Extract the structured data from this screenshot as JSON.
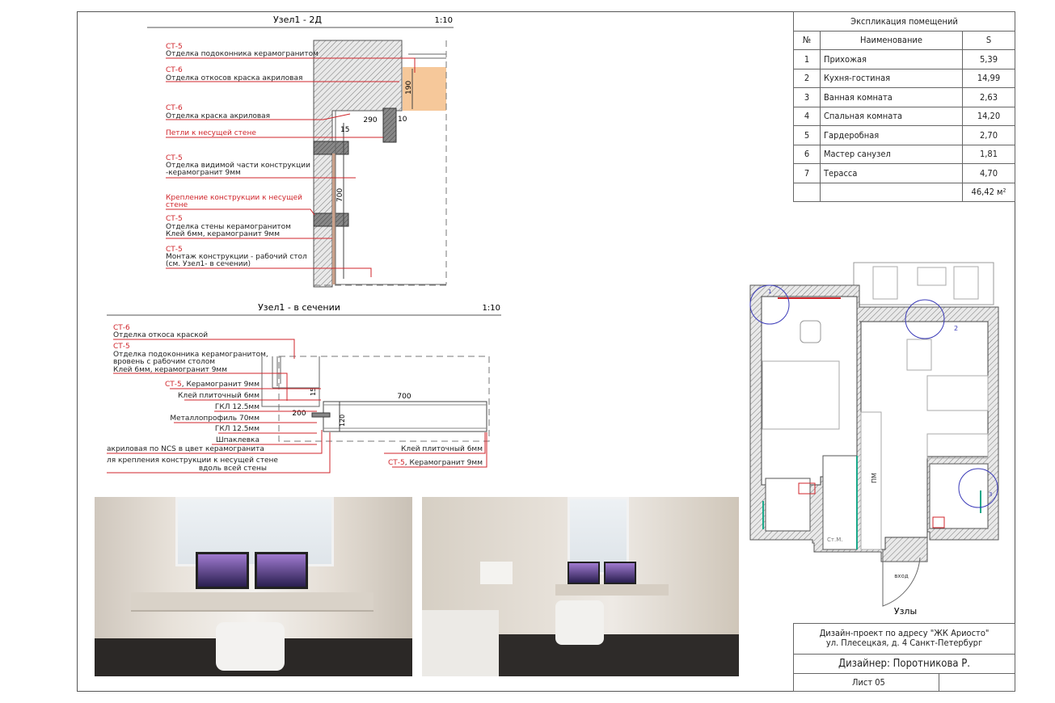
{
  "node_2d": {
    "title": "Узел1 - 2Д",
    "scale": "1:10",
    "callouts": [
      {
        "code": "СТ-5",
        "lines": [
          "Отделка подоконника керамогранитом"
        ]
      },
      {
        "code": "СТ-6",
        "lines": [
          "Отделка откосов краска акриловая"
        ]
      },
      {
        "code": "СТ-6",
        "lines": [
          "Отделка краска акриловая"
        ]
      },
      {
        "code": "",
        "lines": [
          "Петли к несущей стене"
        ]
      },
      {
        "code": "СТ-5",
        "lines": [
          "Отделка видимой части конструкции",
          "-керамогранит 9мм"
        ]
      },
      {
        "code": "",
        "lines": [
          "Крепление конструкции к несущей",
          "стене"
        ]
      },
      {
        "code": "СТ-5",
        "lines": [
          "Отделка стены керамогранитом",
          "Клей 6мм, керамогранит 9мм"
        ]
      },
      {
        "code": "СТ-5",
        "lines": [
          "Монтаж конструкции - рабочий стол",
          "(см. Узел1- в сечении)"
        ]
      }
    ],
    "dimensions": [
      "190",
      "290",
      "10",
      "15",
      "700"
    ]
  },
  "node_section": {
    "title": "Узел1 - в сечении",
    "scale": "1:10",
    "callouts_top": [
      {
        "code": "СТ-6",
        "lines": [
          "Отделка откоса краской"
        ]
      },
      {
        "code": "СТ-5",
        "lines": [
          "Отделка подоконника керамогранитом,",
          "вровень с рабочим столом",
          "Клей 6мм, керамогранит 9мм"
        ]
      }
    ],
    "layer_code": "СТ-5",
    "layers": [
      ", Керамогранит 9мм",
      "Клей плиточный 6мм",
      "ГКЛ 12.5мм",
      "Металлопрофиль 70мм",
      "ГКЛ 12.5мм",
      "Шпаклевка"
    ],
    "notes": [
      "акриловая по NCS в цвет керамогранита",
      "ля крепления конструкции к несущей стене",
      "вдоль всей стены"
    ],
    "right_notes": [
      "Клей плиточный 6мм",
      ", Керамогранит 9мм"
    ],
    "right_code": "СТ-5",
    "dimensions": [
      "700",
      "200",
      "15",
      "120"
    ]
  },
  "explication": {
    "title": "Экспликация помещений",
    "headers": [
      "№",
      "Наименование",
      "S"
    ],
    "rows": [
      {
        "n": "1",
        "name": "Прихожая",
        "s": "5,39"
      },
      {
        "n": "2",
        "name": "Кухня-гостиная",
        "s": "14,99"
      },
      {
        "n": "3",
        "name": "Ванная комната",
        "s": "2,63"
      },
      {
        "n": "4",
        "name": "Спальная комната",
        "s": "14,20"
      },
      {
        "n": "5",
        "name": "Гардеробная",
        "s": "2,70"
      },
      {
        "n": "6",
        "name": "Мастер санузел",
        "s": "1,81"
      },
      {
        "n": "7",
        "name": "Терасса",
        "s": "4,70"
      }
    ],
    "total": "46,42 м²"
  },
  "plan": {
    "caption": "Узлы",
    "labels": {
      "pm": "ПМ",
      "stm": "Ст.М.",
      "entry": "вход",
      "n1": "1",
      "n2": "2",
      "n3": "3"
    }
  },
  "title_block": {
    "project_line1": "Дизайн-проект по адресу \"ЖК Ариосто\"",
    "project_line2": "ул. Плесецкая, д. 4 Санкт-Петербург",
    "designer": "Дизайнер: Поротникова Р.",
    "sheet": "Лист 05"
  },
  "colors": {
    "callout_red": "#d0252b",
    "orange": "#f6c89a",
    "plan_blue": "#3a3ab8",
    "teal": "#1aa88a"
  }
}
